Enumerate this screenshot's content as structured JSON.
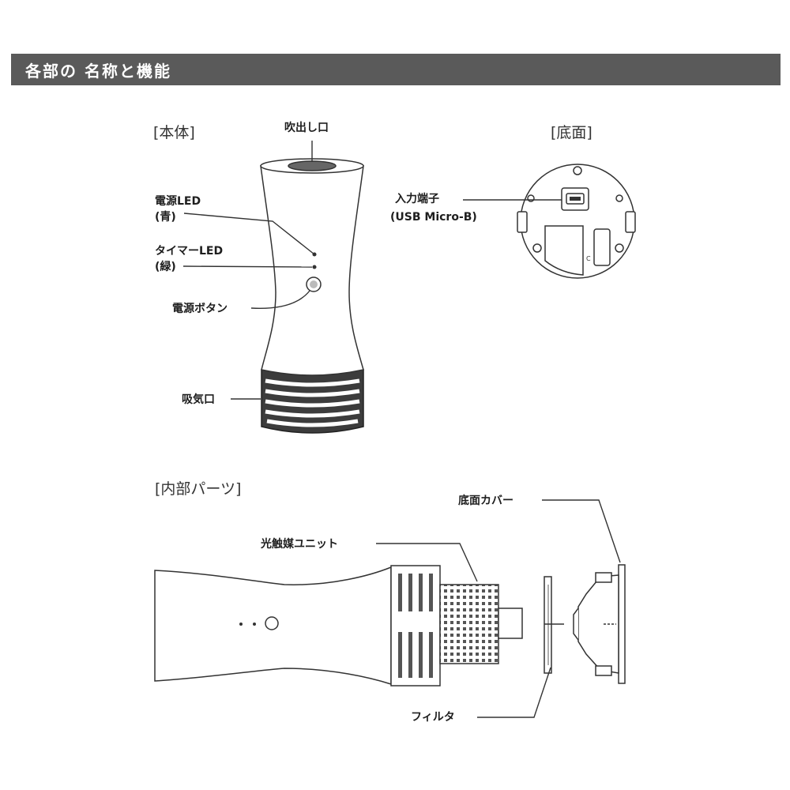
{
  "header": {
    "title": "各部の 名称と機能"
  },
  "sections": {
    "body": "[本体]",
    "bottom": "[底面]",
    "internal": "[内部パーツ]"
  },
  "labels": {
    "outlet": "吹出し口",
    "power_led": "電源LED",
    "power_led_color": "(青)",
    "timer_led": "タイマーLED",
    "timer_led_color": "(緑)",
    "power_button": "電源ボタン",
    "intake": "吸気口",
    "input_terminal": "入力端子",
    "input_terminal_type": "(USB Micro-B)",
    "bottom_cover": "底面カバー",
    "photocatalyst_unit": "光触媒ユニット",
    "filter": "フィルタ"
  },
  "colors": {
    "header_bg": "#5a5a5a",
    "header_text": "#ffffff",
    "line": "#333333",
    "body_fill": "#ffffff",
    "base_fill": "#3a3a3a"
  }
}
